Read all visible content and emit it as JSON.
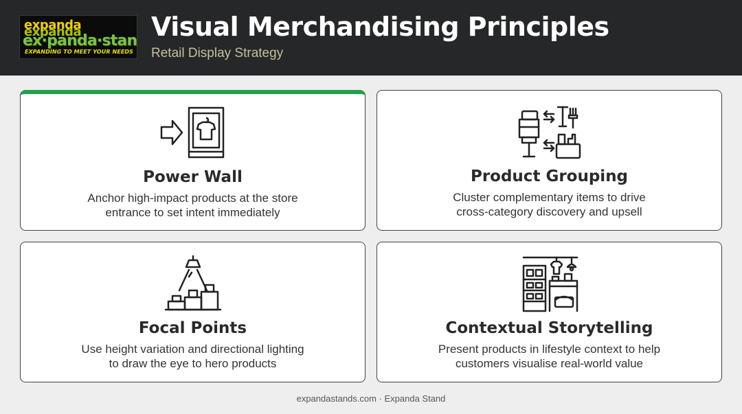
{
  "logo": {
    "line1": "expanda",
    "line2": "expanda",
    "brand": "ex·panda·stand",
    "tagline": "EXPANDING TO MEET YOUR NEEDS"
  },
  "header": {
    "title": "Visual Merchandising Principles",
    "subtitle": "Retail Display Strategy"
  },
  "cards": [
    {
      "title": "Power Wall",
      "desc_line1": "Anchor high-impact products at the store",
      "desc_line2": "entrance to set intent immediately",
      "icon": "store-entrance-icon",
      "active": true
    },
    {
      "title": "Product Grouping",
      "desc_line1": "Cluster complementary items to drive",
      "desc_line2": "cross-category discovery and upsell",
      "icon": "product-grouping-icon",
      "active": false
    },
    {
      "title": "Focal Points",
      "desc_line1": "Use height variation and directional lighting",
      "desc_line2": "to draw the eye to hero products",
      "icon": "spotlight-display-icon",
      "active": false
    },
    {
      "title": "Contextual Storytelling",
      "desc_line1": "Present products in lifestyle context to help",
      "desc_line2": "customers visualise real-world value",
      "icon": "lifestyle-room-icon",
      "active": false
    }
  ],
  "footer": {
    "text": "expandastands.com · Expanda Stand"
  },
  "colors": {
    "header_bg": "#262729",
    "accent_green": "#23a04a",
    "subtitle": "#c4c29a",
    "page_bg": "#eeeeee"
  }
}
